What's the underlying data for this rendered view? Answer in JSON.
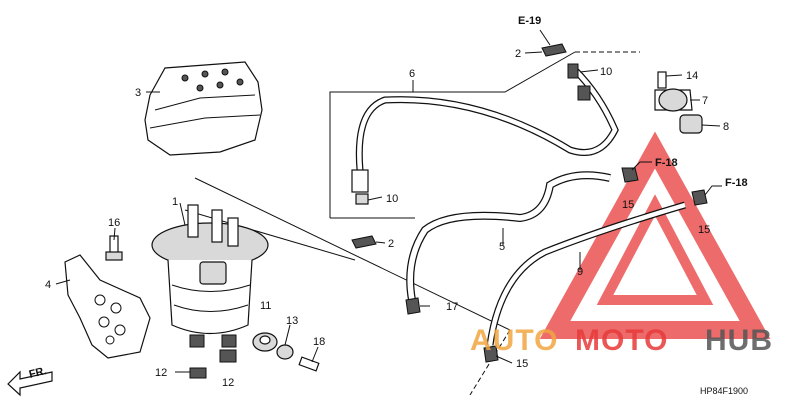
{
  "callouts": {
    "c1": "1",
    "c2a": "2",
    "c2b": "2",
    "c3": "3",
    "c4": "4",
    "c5": "5",
    "c6": "6",
    "c7": "7",
    "c8": "8",
    "c9": "9",
    "c10a": "10",
    "c10b": "10",
    "c11": "11",
    "c12a": "12",
    "c12b": "12",
    "c13": "13",
    "c14": "14",
    "c15a": "15",
    "c15b": "15",
    "c15c": "15",
    "c16": "16",
    "c17": "17",
    "c18": "18"
  },
  "refs": {
    "e19": "E-19",
    "f18a": "F-18",
    "f18b": "F-18"
  },
  "front_arrow": "FR.",
  "drawing_code": "HP84F1900",
  "watermark": {
    "text_auto": "AUTO",
    "text_moto": "MOTO",
    "text_hub": "HUB",
    "color_red": "#e83a3a",
    "color_orange": "#f0a640",
    "color_gray": "#555555"
  }
}
